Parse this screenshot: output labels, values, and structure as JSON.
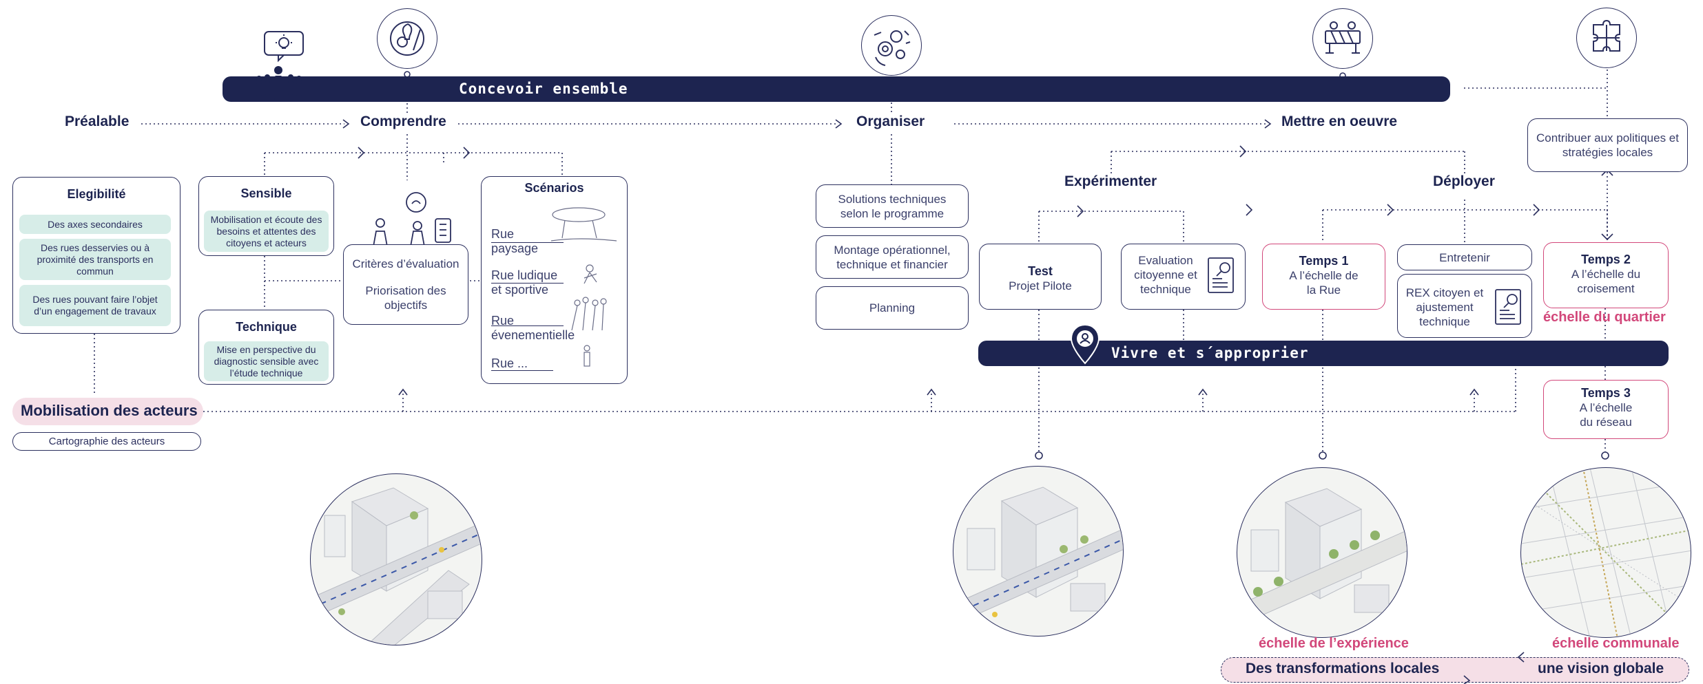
{
  "bars": {
    "concevoir": "Concevoir ensemble",
    "vivre": "Vivre et s´approprier"
  },
  "phases": {
    "prealable": "Préalable",
    "comprendre": "Comprendre",
    "organiser": "Organiser",
    "mettre": "Mettre en oeuvre",
    "experimenter": "Expérimenter",
    "deployer": "Déployer"
  },
  "eligibilite": {
    "title": "Elegibilité",
    "items": [
      "Des axes secondaires",
      "Des rues desservies ou à proximité des  transports en commun",
      "Des rues pouvant faire l’objet d’un engagement de travaux"
    ]
  },
  "sensible": {
    "title": "Sensible",
    "text": "Mobilisation et écoute des besoins et attentes des citoyens et acteurs"
  },
  "technique": {
    "title": "Technique",
    "text": "Mise en perspective du diagnostic sensible avec l’étude technique"
  },
  "criteres": {
    "line1": "Critères d’évaluation",
    "line2": "Priorisation des objectifs"
  },
  "scenarios": {
    "title": "Scénarios",
    "items": [
      "Rue paysage",
      "Rue ludique et sportive",
      "Rue évenementielle",
      "Rue ..."
    ]
  },
  "organiser_boxes": [
    "Solutions techniques selon le programme",
    "Montage opérationnel, technique et financier",
    "Planning"
  ],
  "test": {
    "title": "Test",
    "text": "Projet Pilote"
  },
  "evaluation": "Evaluation citoyenne et technique",
  "temps1": {
    "title": "Temps 1",
    "text": "A l’échelle de la Rue"
  },
  "entretenir": "Entretenir",
  "rex": "REX citoyen et ajustement technique",
  "temps2": {
    "title": "Temps 2",
    "text": "A l’échelle du croisement"
  },
  "temps3": {
    "title": "Temps 3",
    "text": "A l’échelle du réseau"
  },
  "contribuer": "Contribuer aux politiques et stratégies locales",
  "mobilisation": {
    "label": "Mobilisation des acteurs",
    "sub": "Cartographie des acteurs"
  },
  "scales": {
    "quartier": "échelle du quartier",
    "experience": "échelle de l’expérience",
    "communale": "échelle communale"
  },
  "bottom": {
    "locales": "Des transformations locales",
    "globale": "une vision globale"
  },
  "colors": {
    "navy": "#1d2450",
    "pink": "#d2477a",
    "pink_bg": "#f5dfe7",
    "tag_bg": "#d7ede8"
  },
  "icons": [
    "lightbulb-crowd-icon",
    "creative-brain-icon",
    "gears-cycle-icon",
    "roadblock-icon",
    "puzzle-icon",
    "location-pin-icon"
  ]
}
